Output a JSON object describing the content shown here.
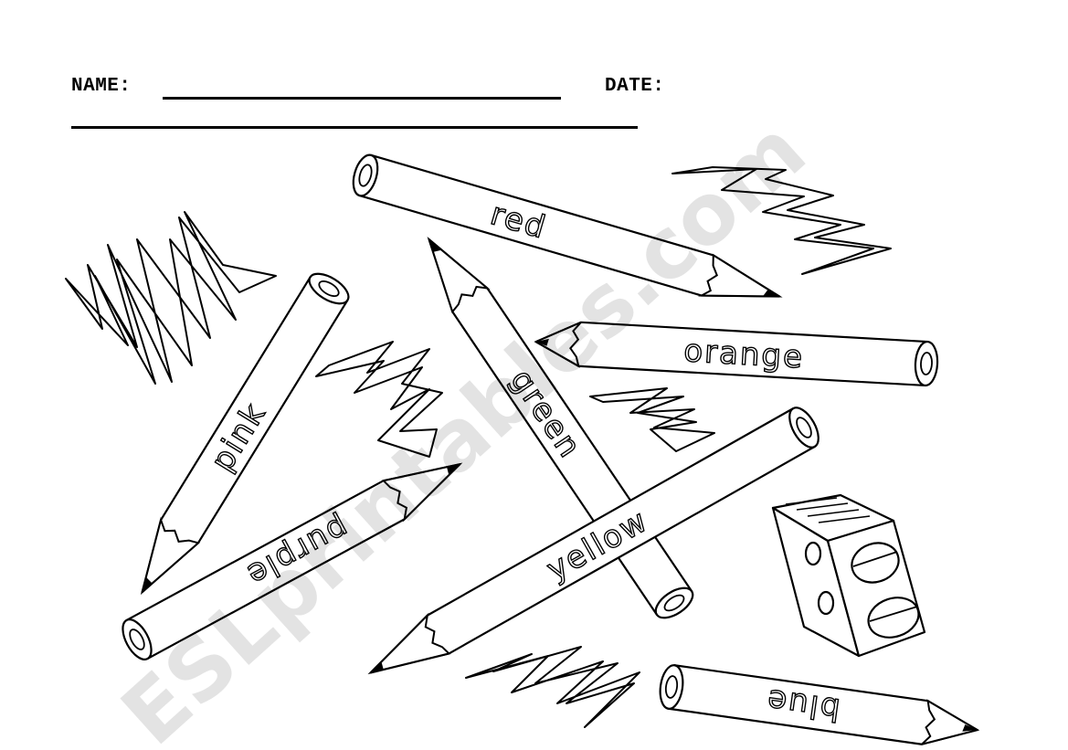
{
  "header": {
    "name_label": "NAME:",
    "date_label": "DATE:"
  },
  "pencils": [
    {
      "word": "red",
      "icon": "pencil-icon"
    },
    {
      "word": "orange",
      "icon": "pencil-icon"
    },
    {
      "word": "green",
      "icon": "pencil-icon"
    },
    {
      "word": "pink",
      "icon": "pencil-icon"
    },
    {
      "word": "purple",
      "icon": "pencil-icon"
    },
    {
      "word": "yellow",
      "icon": "pencil-icon"
    },
    {
      "word": "blue",
      "icon": "pencil-icon"
    }
  ],
  "sharpener": {
    "icon": "pencil-sharpener-icon"
  },
  "watermark": "ESLprintables.com"
}
